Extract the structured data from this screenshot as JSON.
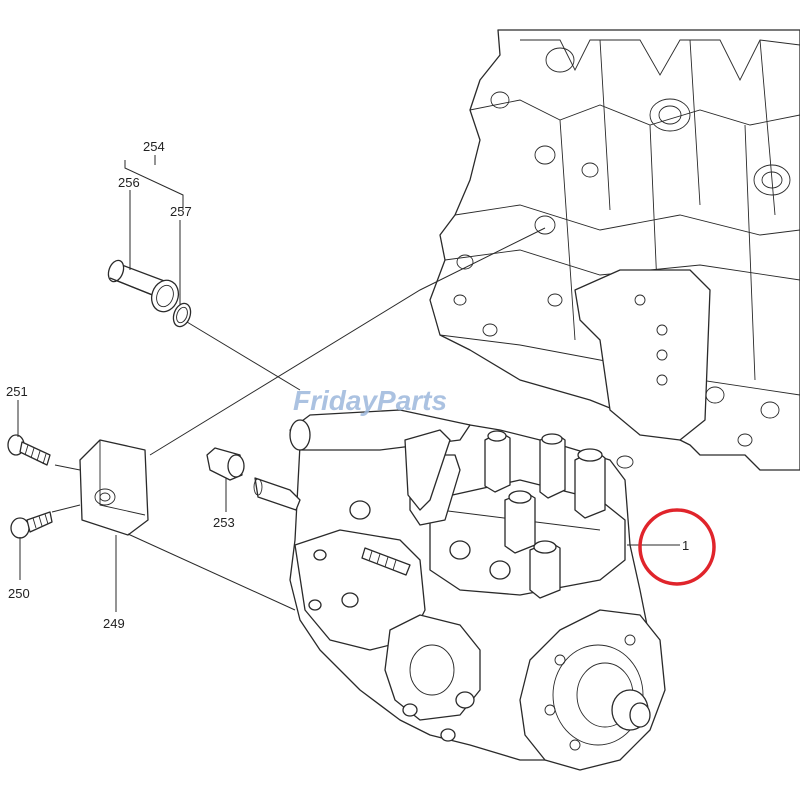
{
  "watermark": {
    "text": "FridayParts",
    "color": "#9db8dc"
  },
  "highlight_color": "#e0242b",
  "callouts": {
    "c1": "1",
    "c249": "249",
    "c250": "250",
    "c251": "251",
    "c253": "253",
    "c254": "254",
    "c256": "256",
    "c257": "257"
  }
}
